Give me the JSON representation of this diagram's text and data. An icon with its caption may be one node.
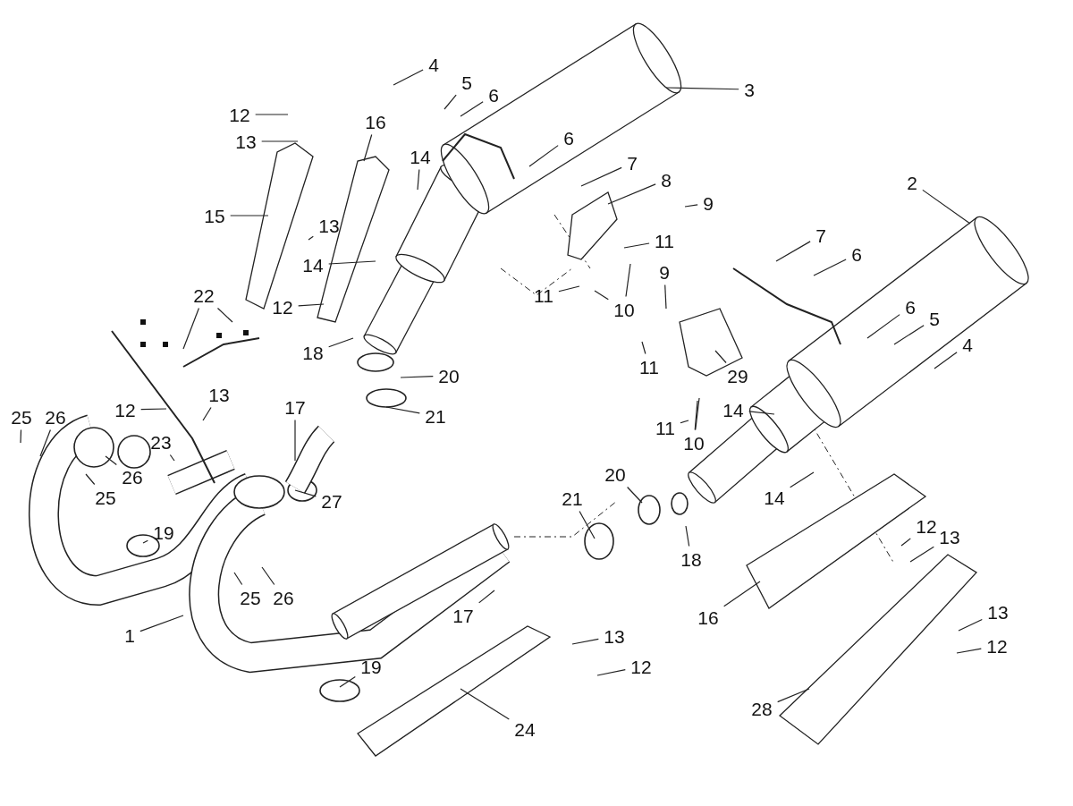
{
  "diagram": {
    "nodes": [
      {
        "text": [
          "4"
        ]
      },
      {
        "text": [
          "5"
        ]
      },
      {
        "text": [
          "6"
        ]
      },
      {
        "text": [
          "3"
        ]
      },
      {
        "text": [
          "12"
        ]
      },
      {
        "text": [
          "13"
        ]
      },
      {
        "text": [
          "16"
        ]
      },
      {
        "text": [
          "14"
        ]
      },
      {
        "text": [
          "6"
        ]
      },
      {
        "text": [
          "7"
        ]
      },
      {
        "text": [
          "8"
        ]
      },
      {
        "text": [
          "2"
        ]
      },
      {
        "text": [
          "15"
        ]
      },
      {
        "text": [
          "13"
        ]
      },
      {
        "text": [
          "9"
        ]
      },
      {
        "text": [
          "7"
        ]
      },
      {
        "text": [
          "6"
        ]
      },
      {
        "text": [
          "11"
        ]
      },
      {
        "text": [
          "14"
        ]
      },
      {
        "text": [
          "11"
        ]
      },
      {
        "text": [
          "9"
        ]
      },
      {
        "text": [
          "12"
        ]
      },
      {
        "text": [
          "22"
        ]
      },
      {
        "text": [
          "10"
        ]
      },
      {
        "text": [
          "6"
        ]
      },
      {
        "text": [
          "5"
        ]
      },
      {
        "text": [
          "4"
        ]
      },
      {
        "text": [
          "18"
        ]
      },
      {
        "text": [
          "11"
        ]
      },
      {
        "text": [
          "20"
        ]
      },
      {
        "text": [
          "29"
        ]
      },
      {
        "text": [
          "12"
        ]
      },
      {
        "text": [
          "13"
        ]
      },
      {
        "text": [
          "17"
        ]
      },
      {
        "text": [
          "21"
        ]
      },
      {
        "text": [
          "14"
        ]
      },
      {
        "text": [
          "11"
        ]
      },
      {
        "text": [
          "10"
        ]
      },
      {
        "text": [
          "25"
        ]
      },
      {
        "text": [
          "26"
        ]
      },
      {
        "text": [
          "23"
        ]
      },
      {
        "text": [
          "26"
        ]
      },
      {
        "text": [
          "25"
        ]
      },
      {
        "text": [
          "27"
        ]
      },
      {
        "text": [
          "20"
        ]
      },
      {
        "text": [
          "14"
        ]
      },
      {
        "text": [
          "21"
        ]
      },
      {
        "text": [
          "19"
        ]
      },
      {
        "text": [
          "18"
        ]
      },
      {
        "text": [
          "12"
        ]
      },
      {
        "text": [
          "13"
        ]
      },
      {
        "text": [
          "25"
        ]
      },
      {
        "text": [
          "26"
        ]
      },
      {
        "text": [
          "17"
        ]
      },
      {
        "text": [
          "16"
        ]
      },
      {
        "text": [
          "13"
        ]
      },
      {
        "text": [
          "1"
        ]
      },
      {
        "text": [
          "13"
        ]
      },
      {
        "text": [
          "12"
        ]
      },
      {
        "text": [
          "12"
        ]
      },
      {
        "text": [
          "19"
        ]
      },
      {
        "text": [
          "28"
        ]
      },
      {
        "text": [
          "24"
        ]
      }
    ],
    "edges": [
      {
        "from": 0,
        "to": null,
        "arrow": "none"
      },
      {
        "from": 1,
        "to": null,
        "arrow": "none"
      },
      {
        "from": 2,
        "to": null,
        "arrow": "none"
      },
      {
        "from": 3,
        "to": null,
        "arrow": "none"
      },
      {
        "from": 4,
        "to": null,
        "arrow": "none"
      },
      {
        "from": 5,
        "to": null,
        "arrow": "none"
      },
      {
        "from": 6,
        "to": null,
        "arrow": "none"
      },
      {
        "from": 7,
        "to": null,
        "arrow": "none"
      },
      {
        "from": 8,
        "to": null,
        "arrow": "none"
      },
      {
        "from": 9,
        "to": null,
        "arrow": "none"
      },
      {
        "from": 10,
        "to": null,
        "arrow": "none"
      },
      {
        "from": 11,
        "to": null,
        "arrow": "none"
      },
      {
        "from": 12,
        "to": null,
        "arrow": "none"
      },
      {
        "from": 13,
        "to": null,
        "arrow": "none"
      },
      {
        "from": 14,
        "to": null,
        "arrow": "none"
      },
      {
        "from": 15,
        "to": null,
        "arrow": "none"
      },
      {
        "from": 16,
        "to": null,
        "arrow": "none"
      },
      {
        "from": 17,
        "to": null,
        "arrow": "none"
      },
      {
        "from": 18,
        "to": null,
        "arrow": "none"
      },
      {
        "from": 19,
        "to": null,
        "arrow": "none"
      },
      {
        "from": 20,
        "to": null,
        "arrow": "none"
      },
      {
        "from": 21,
        "to": null,
        "arrow": "none"
      },
      {
        "from": 22,
        "to": null,
        "arrow": "none"
      },
      {
        "from": 22,
        "to": null,
        "arrow": "none"
      },
      {
        "from": 23,
        "to": null,
        "arrow": "none"
      },
      {
        "from": 23,
        "to": null,
        "arrow": "none"
      },
      {
        "from": 24,
        "to": null,
        "arrow": "none"
      },
      {
        "from": 25,
        "to": null,
        "arrow": "none"
      },
      {
        "from": 26,
        "to": null,
        "arrow": "none"
      },
      {
        "from": 27,
        "to": null,
        "arrow": "none"
      },
      {
        "from": 28,
        "to": null,
        "arrow": "none"
      },
      {
        "from": 29,
        "to": null,
        "arrow": "none"
      },
      {
        "from": 30,
        "to": null,
        "arrow": "none"
      },
      {
        "from": 31,
        "to": null,
        "arrow": "none"
      },
      {
        "from": 32,
        "to": null,
        "arrow": "none"
      },
      {
        "from": 33,
        "to": null,
        "arrow": "none"
      },
      {
        "from": 34,
        "to": null,
        "arrow": "none"
      },
      {
        "from": 35,
        "to": null,
        "arrow": "none"
      },
      {
        "from": 36,
        "to": null,
        "arrow": "none"
      },
      {
        "from": 37,
        "to": null,
        "arrow": "none"
      },
      {
        "from": 37,
        "to": null,
        "arrow": "none"
      },
      {
        "from": 38,
        "to": null,
        "arrow": "none"
      },
      {
        "from": 39,
        "to": null,
        "arrow": "none"
      },
      {
        "from": 40,
        "to": null,
        "arrow": "none"
      },
      {
        "from": 41,
        "to": null,
        "arrow": "none"
      },
      {
        "from": 42,
        "to": null,
        "arrow": "none"
      },
      {
        "from": 43,
        "to": null,
        "arrow": "none"
      },
      {
        "from": 44,
        "to": null,
        "arrow": "none"
      },
      {
        "from": 45,
        "to": null,
        "arrow": "none"
      },
      {
        "from": 46,
        "to": null,
        "arrow": "none"
      },
      {
        "from": 47,
        "to": null,
        "arrow": "none"
      },
      {
        "from": 48,
        "to": null,
        "arrow": "none"
      },
      {
        "from": 49,
        "to": null,
        "arrow": "none"
      },
      {
        "from": 50,
        "to": null,
        "arrow": "none"
      },
      {
        "from": 51,
        "to": null,
        "arrow": "none"
      },
      {
        "from": 52,
        "to": null,
        "arrow": "none"
      },
      {
        "from": 53,
        "to": null,
        "arrow": "none"
      },
      {
        "from": 54,
        "to": null,
        "arrow": "none"
      },
      {
        "from": 55,
        "to": null,
        "arrow": "none"
      },
      {
        "from": 56,
        "to": null,
        "arrow": "none"
      },
      {
        "from": 57,
        "to": null,
        "arrow": "none"
      },
      {
        "from": 58,
        "to": null,
        "arrow": "none"
      },
      {
        "from": 59,
        "to": null,
        "arrow": "none"
      },
      {
        "from": 60,
        "to": null,
        "arrow": "none"
      },
      {
        "from": 61,
        "to": null,
        "arrow": "none"
      },
      {
        "from": 62,
        "to": null,
        "arrow": "none"
      }
    ]
  }
}
